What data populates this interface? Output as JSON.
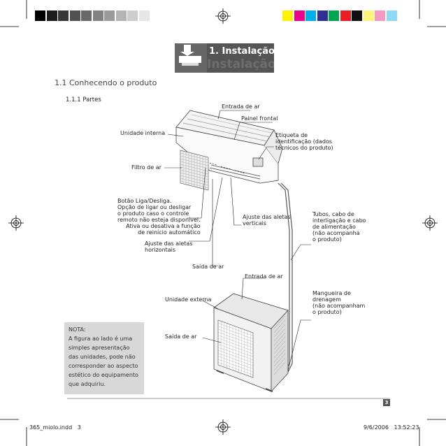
{
  "color_bar": {
    "grays": [
      "#000000",
      "#1c1c1c",
      "#373737",
      "#505050",
      "#696969",
      "#828282",
      "#9b9b9b",
      "#b4b4b4",
      "#cdcdcd",
      "#e6e6e6"
    ],
    "colors": [
      "#fff200",
      "#ec008c",
      "#00aeef",
      "#2e3192",
      "#00a651",
      "#ed1c24",
      "#111111",
      "#fff57a",
      "#f49ac1",
      "#8ed8f8"
    ]
  },
  "header": {
    "section_title": "1. Instalação",
    "ghost_text": "Instalação"
  },
  "headings": {
    "h1": "1.1 Conhecendo o produto",
    "h2": "1.1.1 Partes"
  },
  "labels": {
    "entrada_ar_top": "Entrada de ar",
    "painel_frontal": "Painel frontal",
    "unidade_interna": "Unidade interna",
    "etiqueta": [
      "Etiqueta de",
      "identificação (dados",
      "técnicos do produto)"
    ],
    "filtro": "Filtro de ar",
    "botao": [
      "Botão Liga/Desliga.",
      "Opção de ligar ou desligar",
      "o produto caso o controle",
      "remoto não esteja disponível.",
      "Ativa ou desativa a função",
      "de reinício automático"
    ],
    "ajuste_verticais": [
      "Ajuste das aletas",
      "verticais"
    ],
    "ajuste_horizontais": [
      "Ajuste das aletas",
      "horizontais"
    ],
    "tubos": [
      "Tubos, cabo de",
      "interligação e cabo",
      "de alimentação",
      "(não acompanha",
      "o produto)"
    ],
    "saida_ar_top": "Saída de ar",
    "entrada_ar_bottom": "Entrada de ar",
    "unidade_externa": "Unidade externa",
    "mangueira": [
      "Mangueira de",
      "drenagem",
      "(não acompanham",
      "o produto)"
    ],
    "saida_ar_bottom": "Saída de ar"
  },
  "note": {
    "title": "NOTA:",
    "lines": [
      "A figura ao lado é uma",
      "simples apresentação",
      "das unidades, pode não",
      "corresponder ao aspecto",
      "estético do equipamento",
      "que adquiriu."
    ]
  },
  "page_number": "3",
  "footer": {
    "file": "365_miolo.indd   3",
    "date": "9/6/2006   13:52:23"
  }
}
